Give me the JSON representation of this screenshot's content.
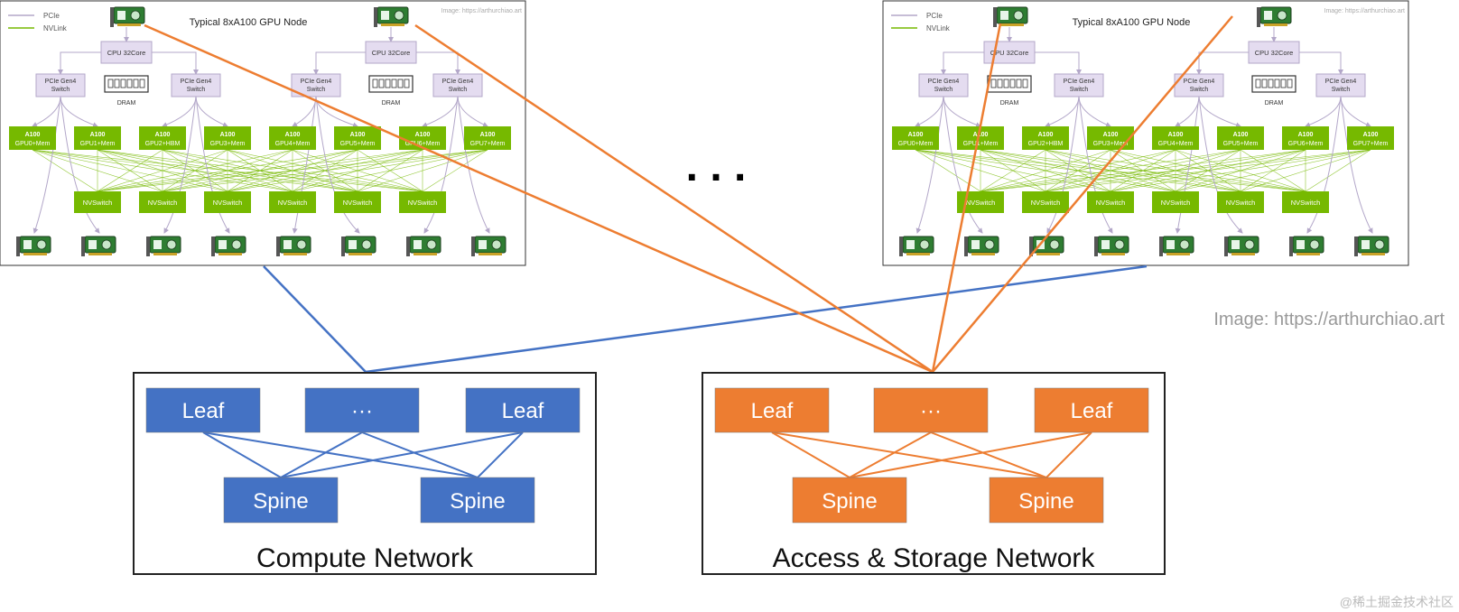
{
  "node": {
    "title": "Typical 8xA100 GPU Node",
    "legend": [
      {
        "label": "PCIe",
        "color": "#b3a7c9"
      },
      {
        "label": "NVLink",
        "color": "#76b900"
      }
    ],
    "watermark": "Image: https://arthurchiao.art",
    "cpu_label": "CPU 32Core",
    "pcie_switch_label": [
      "PCIe Gen4",
      "Switch"
    ],
    "dram_label": "DRAM",
    "gpus": [
      {
        "line1": "A100",
        "line2": "GPU0+Mem"
      },
      {
        "line1": "A100",
        "line2": "GPU1+Mem"
      },
      {
        "line1": "A100",
        "line2": "GPU2+HBM"
      },
      {
        "line1": "A100",
        "line2": "GPU3+Mem"
      },
      {
        "line1": "A100",
        "line2": "GPU4+Mem"
      },
      {
        "line1": "A100",
        "line2": "GPU5+Mem"
      },
      {
        "line1": "A100",
        "line2": "GPU6+Mem"
      },
      {
        "line1": "A100",
        "line2": "GPU7+Mem"
      }
    ],
    "nvswitch_label": "NVSwitch",
    "nvswitch_count": 6,
    "nic_count_bottom": 8,
    "nic_count_top": 2
  },
  "ellipsis": ". . .",
  "side_caption": "Image: https://arthurchiao.art",
  "compute": {
    "title": "Compute Network",
    "leafs": [
      "Leaf",
      "···",
      "Leaf"
    ],
    "spines": [
      "Spine",
      "Spine"
    ],
    "color": "#4472c4"
  },
  "storage": {
    "title": "Access & Storage Network",
    "leafs": [
      "Leaf",
      "···",
      "Leaf"
    ],
    "spines": [
      "Spine",
      "Spine"
    ],
    "color": "#ed7d31"
  },
  "footer_credit": "@稀土掘金技术社区",
  "colors": {
    "pcie": "#b3a7c9",
    "pcie_fill": "#e4dcf0",
    "nvlink": "#76b900",
    "gpu_fill": "#76b900",
    "compute": "#4472c4",
    "storage": "#ed7d31"
  }
}
